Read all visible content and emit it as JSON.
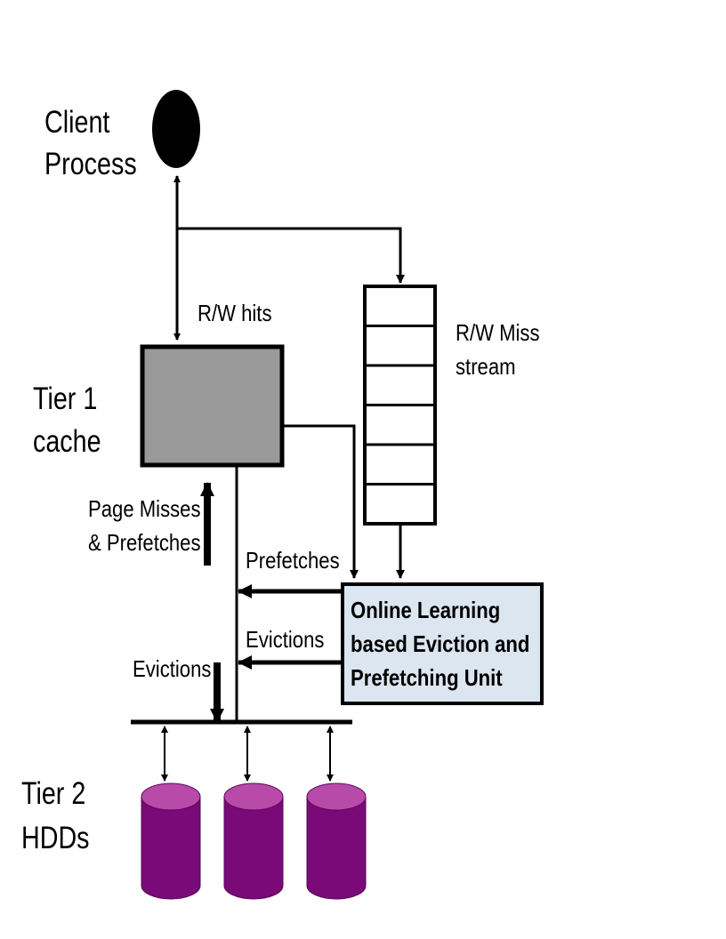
{
  "labels": {
    "client_line1": "Client",
    "client_line2": "Process",
    "tier1_line1": "Tier 1",
    "tier1_line2": "cache",
    "tier2_line1": "Tier 2",
    "tier2_line2": "HDDs",
    "rw_hits": "R/W hits",
    "rw_miss_line1": "R/W Miss",
    "rw_miss_line2": "stream",
    "page_misses_line1": "Page Misses",
    "page_misses_line2": "& Prefetches",
    "prefetches": "Prefetches",
    "evictions_right": "Evictions",
    "evictions_left": "Evictions",
    "unit_line1": "Online Learning",
    "unit_line2": "based Eviction and",
    "unit_line3": "Prefetching Unit"
  },
  "colors": {
    "cache_fill": "#999999",
    "unit_fill": "#dce6f0",
    "disk_body": "#7a0a78",
    "disk_top": "#b84aaa"
  },
  "queue": {
    "slots": 6
  },
  "disks": {
    "count": 3
  }
}
